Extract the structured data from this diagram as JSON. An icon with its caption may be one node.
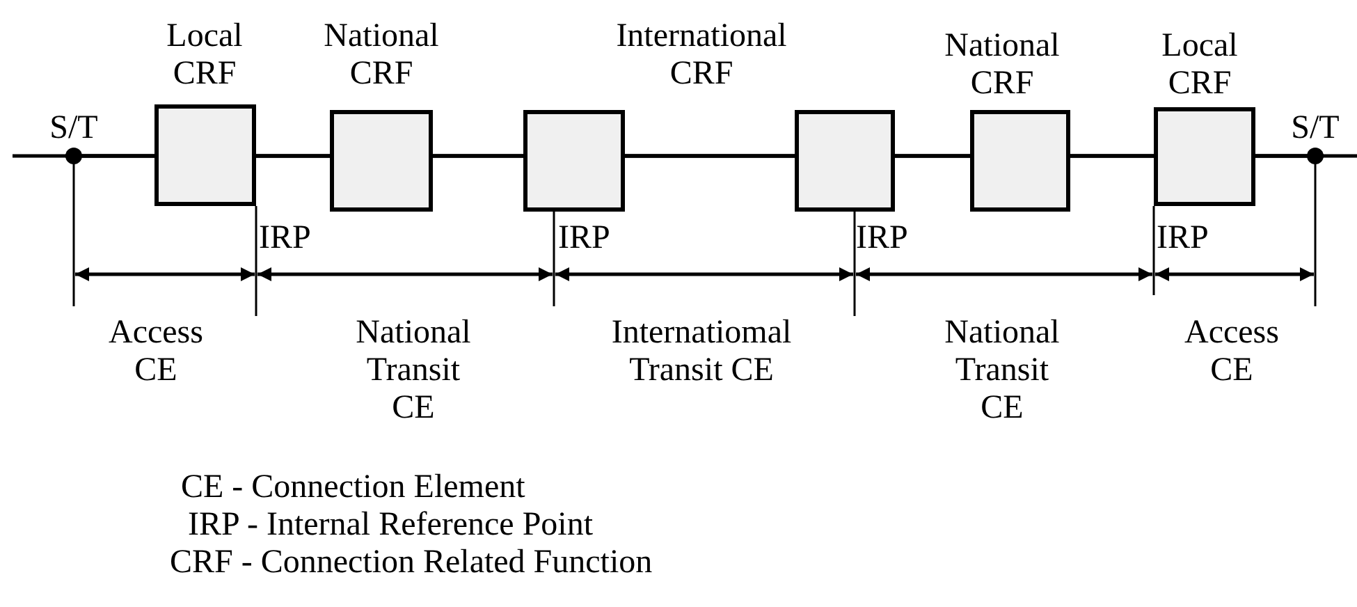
{
  "diagram": {
    "nodes": [
      {
        "text": [
          "S/T"
        ]
      },
      {
        "text": [
          "Local CRF"
        ]
      },
      {
        "text": [
          "National CRF"
        ]
      },
      {
        "text": [],
        "shape": "box"
      },
      {
        "text": [],
        "shape": "box"
      },
      {
        "text": [
          "National CRF"
        ]
      },
      {
        "text": [
          "Local CRF"
        ]
      },
      {
        "text": [
          "S/T"
        ]
      }
    ],
    "edges": [
      {
        "from": null,
        "to": 0,
        "arrow": "none"
      },
      {
        "from": 0,
        "to": 1,
        "arrow": "none"
      },
      {
        "from": 1,
        "to": 2,
        "arrow": "none"
      },
      {
        "from": 2,
        "to": 3,
        "arrow": "none"
      },
      {
        "from": 3,
        "to": 4,
        "arrow": "none"
      },
      {
        "from": 4,
        "to": 5,
        "arrow": "none"
      },
      {
        "from": 5,
        "to": 6,
        "arrow": "none"
      },
      {
        "from": 6,
        "to": 7,
        "arrow": "none"
      },
      {
        "from": 7,
        "to": null,
        "arrow": "none"
      }
    ],
    "labels": [
      "International CRF",
      "IRP",
      "IRP",
      "IRP",
      "IRP",
      "Access CE",
      "National Transit CE",
      "Internatiomal Transit CE",
      "National Transit CE",
      "Access CE",
      "CE - Connection Element",
      "IRP - Internal Reference Point",
      "CRF - Connection Related Function"
    ]
  }
}
